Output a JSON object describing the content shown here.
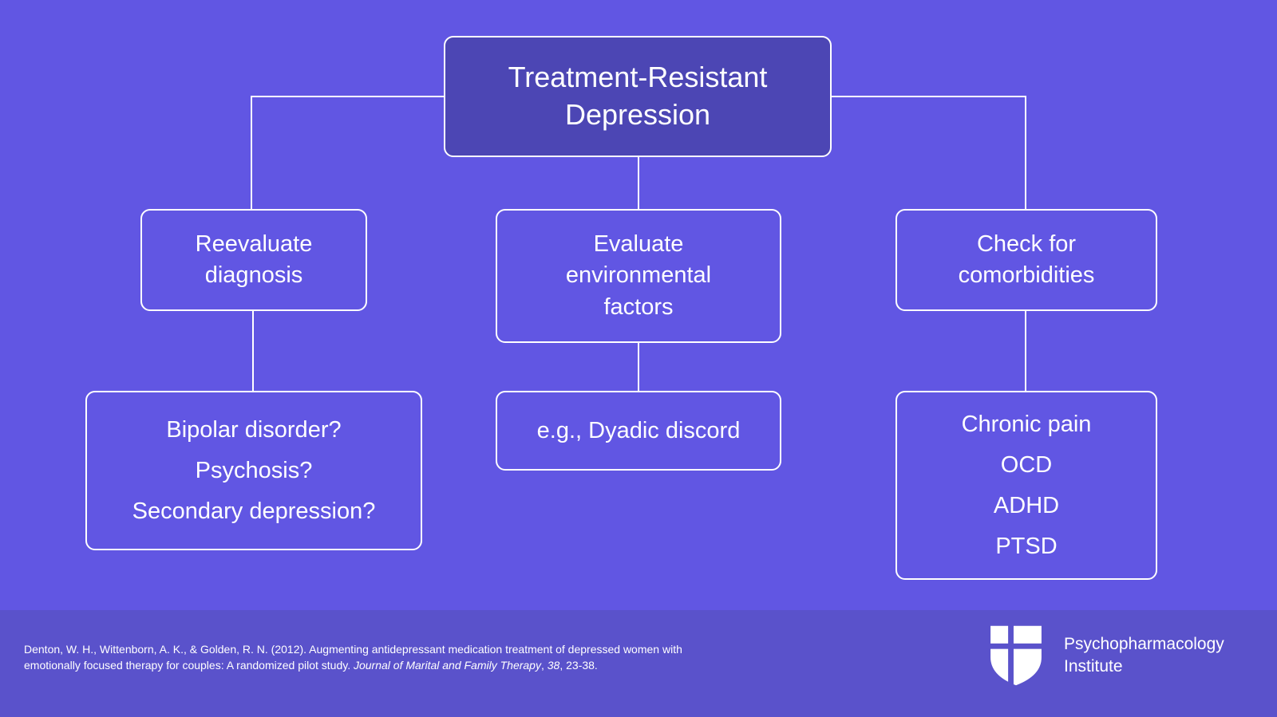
{
  "colors": {
    "background": "#6156e3",
    "root_box_fill": "#4c46b4",
    "footer_band": "#5a52cb",
    "border_and_lines": "#ffffff",
    "text": "#ffffff"
  },
  "root": {
    "label": "Treatment-Resistant Depression"
  },
  "columns": [
    {
      "step": "Reevaluate diagnosis",
      "details": [
        "Bipolar disorder?",
        "Psychosis?",
        "Secondary depression?"
      ]
    },
    {
      "step": "Evaluate environmental factors",
      "details": [
        "e.g., Dyadic discord"
      ]
    },
    {
      "step": "Check for comorbidities",
      "details": [
        "Chronic pain",
        "OCD",
        "ADHD",
        "PTSD"
      ]
    }
  ],
  "footer": {
    "citation_line1": "Denton, W. H., Wittenborn, A. K., & Golden, R. N. (2012). Augmenting antidepressant medication treatment of depressed women with",
    "citation_line2_normal": "emotionally focused therapy for couples: A randomized pilot study. ",
    "citation_line2_italic_journal": "Journal of Marital and Family Therapy",
    "citation_line2_separator": ", ",
    "citation_line2_italic_volume": "38",
    "citation_line2_tail": ", 23-38.",
    "brand_line1": "Psychopharmacology",
    "brand_line2": "Institute",
    "logo_icon": "shield-cross-icon"
  }
}
